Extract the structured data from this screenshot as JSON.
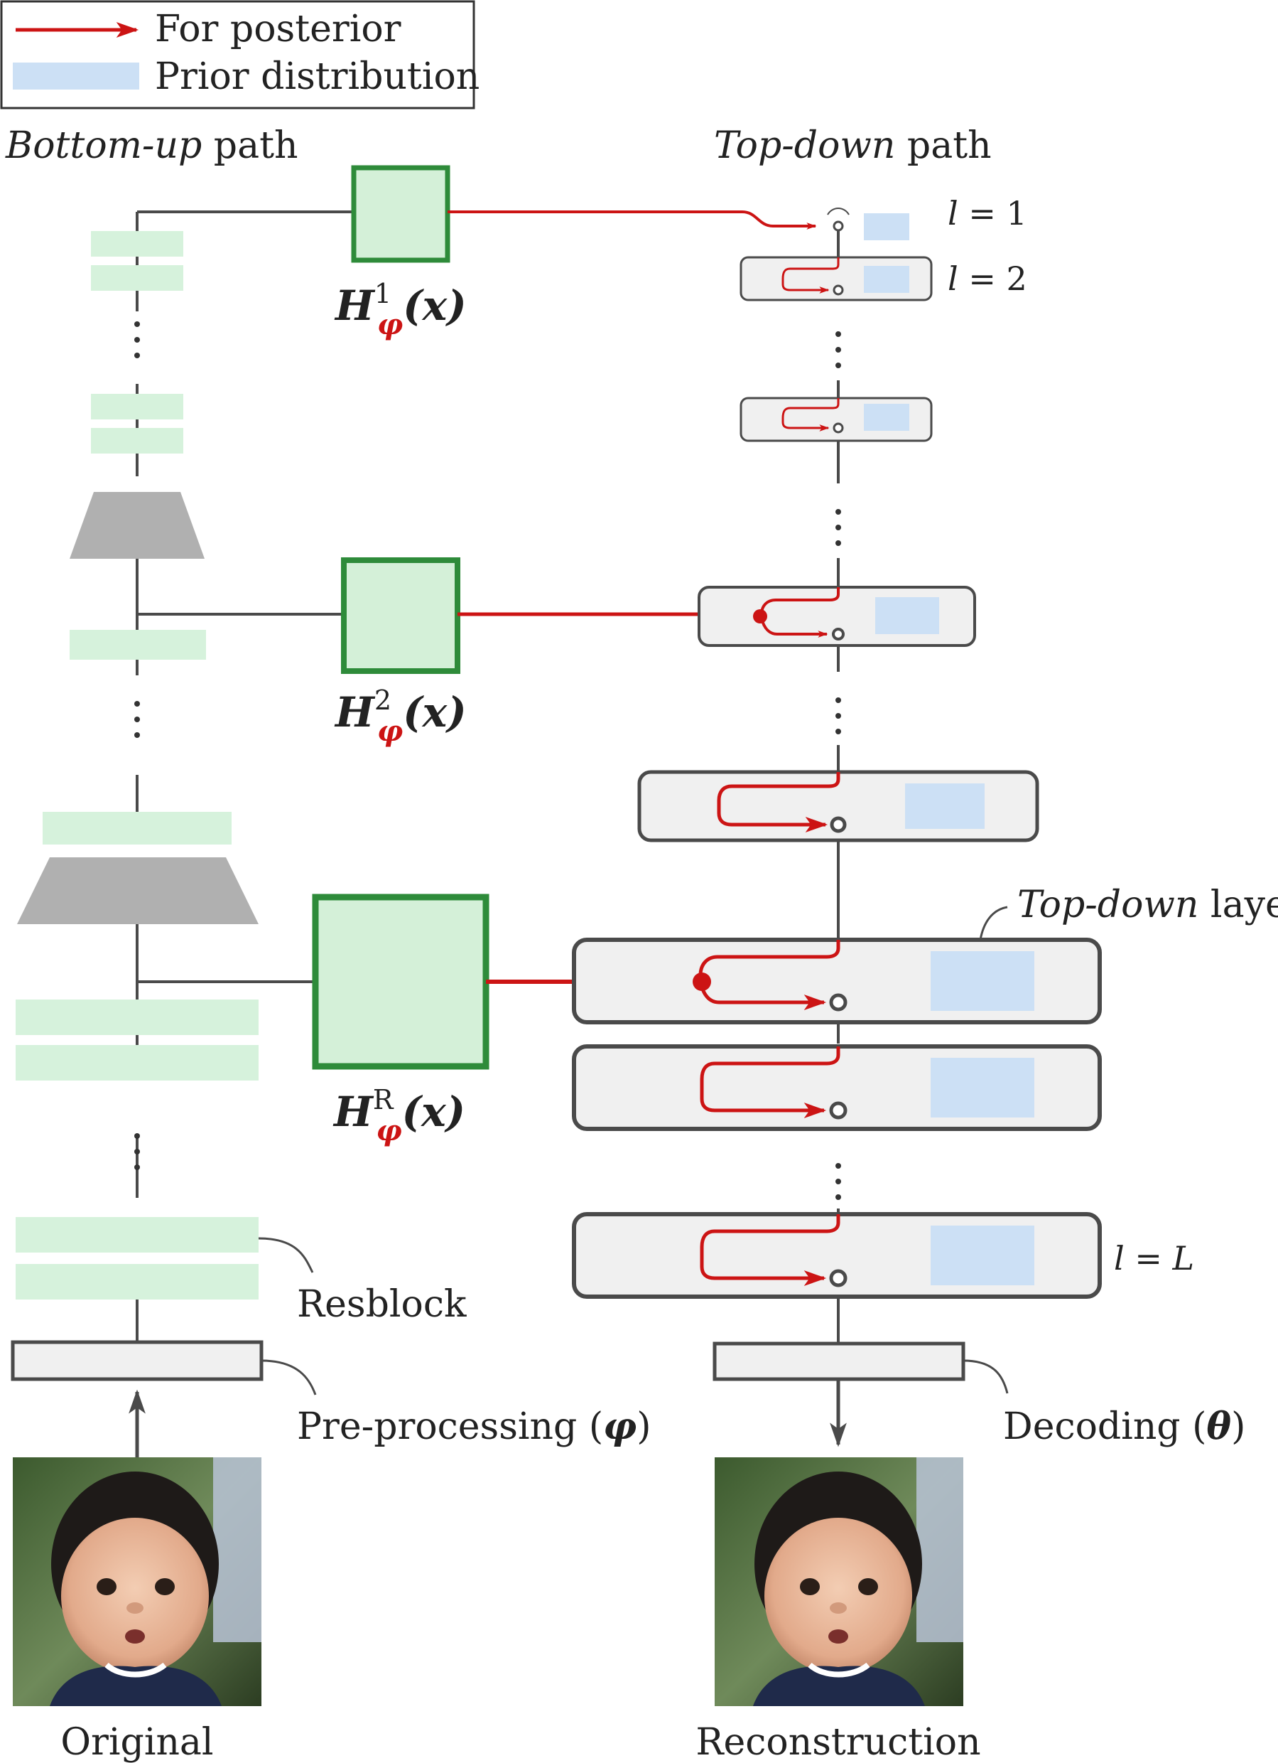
{
  "legend": {
    "posterior_label": "For posterior",
    "prior_label": "Prior distribution",
    "posterior_color": "#cc1414",
    "prior_color": "#cce0f5"
  },
  "headers": {
    "bottom_up_italic": "Bottom-up",
    "bottom_up_rest": " path",
    "top_down_italic": "Top-down",
    "top_down_rest": " path"
  },
  "encoders": [
    {
      "H": "H",
      "phi": "φ",
      "sup": "1",
      "arg": "(x)"
    },
    {
      "H": "H",
      "phi": "φ",
      "sup": "2",
      "arg": "(x)"
    },
    {
      "H": "H",
      "phi": "φ",
      "sup": "R",
      "arg": "(x)"
    }
  ],
  "layer_labels": {
    "l1_var": "l",
    "l1_rest": " = 1",
    "l2_var": "l",
    "l2_rest": " = 2",
    "lL_var": "l",
    "lL_mid": " = ",
    "lL_end": "L"
  },
  "annotations": {
    "topdown_layer_italic": "Top-down",
    "topdown_layer_rest": " layer",
    "resblock": "Resblock",
    "preprocessing": "Pre-processing (",
    "preprocessing_sym": "φ",
    "preprocessing_close": ")",
    "decoding": "Decoding (",
    "decoding_sym": "θ",
    "decoding_close": ")"
  },
  "images": {
    "original_caption": "Original",
    "reconstruction_caption": "Reconstruction"
  },
  "colors": {
    "encoder_fill": "#d4f0d8",
    "encoder_stroke": "#2e8b3a",
    "resblock_fill": "#d6f2dc",
    "trapezoid_fill": "#b0b0b0",
    "layer_fill": "#f0f0f0",
    "layer_stroke": "#4a4a4a",
    "line": "#4a4a4a"
  }
}
